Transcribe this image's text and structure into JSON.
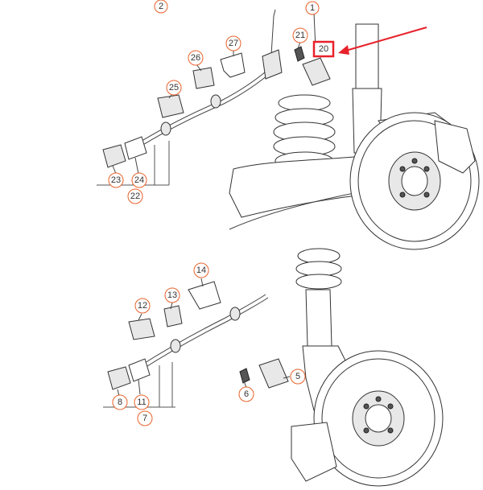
{
  "diagram": {
    "callouts": [
      {
        "label": "2"
      },
      {
        "label": "1"
      },
      {
        "label": "21"
      },
      {
        "label": "27"
      },
      {
        "label": "26"
      },
      {
        "label": "25"
      },
      {
        "label": "23"
      },
      {
        "label": "24"
      },
      {
        "label": "22"
      },
      {
        "label": "14"
      },
      {
        "label": "13"
      },
      {
        "label": "12"
      },
      {
        "label": "8"
      },
      {
        "label": "11"
      },
      {
        "label": "7"
      },
      {
        "label": "6"
      },
      {
        "label": "5"
      }
    ],
    "highlight": {
      "label": "20",
      "color": "#e8212a"
    },
    "accent_color": "#e8622a"
  }
}
